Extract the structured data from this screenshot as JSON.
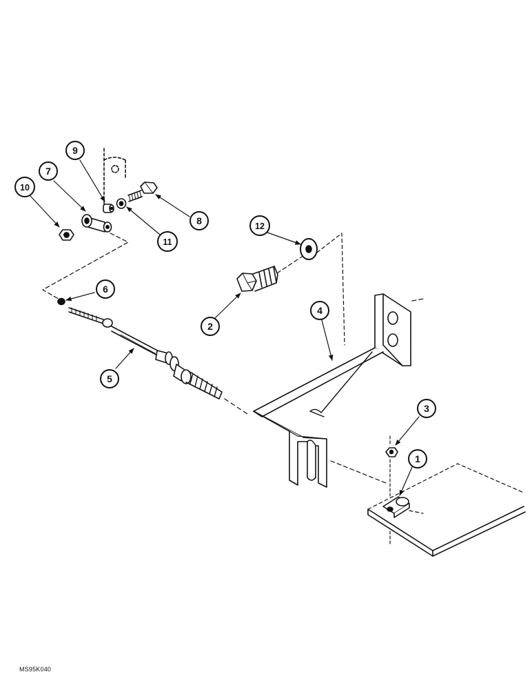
{
  "drawing_id": "MS95K040",
  "callouts": [
    {
      "id": "1",
      "label": "1"
    },
    {
      "id": "2",
      "label": "2"
    },
    {
      "id": "3",
      "label": "3"
    },
    {
      "id": "4",
      "label": "4"
    },
    {
      "id": "5",
      "label": "5"
    },
    {
      "id": "6",
      "label": "6"
    },
    {
      "id": "7",
      "label": "7"
    },
    {
      "id": "8",
      "label": "8"
    },
    {
      "id": "9",
      "label": "9"
    },
    {
      "id": "10",
      "label": "10"
    },
    {
      "id": "11",
      "label": "11"
    },
    {
      "id": "12",
      "label": "12"
    }
  ]
}
